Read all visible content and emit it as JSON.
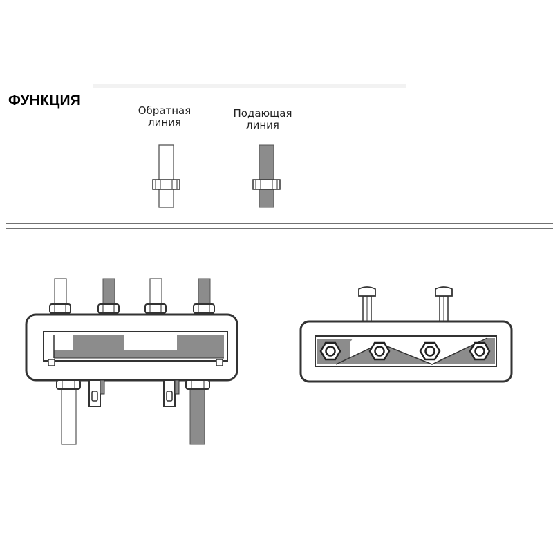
{
  "heading": "ФУНКЦИЯ",
  "legend": {
    "return_line": {
      "label_line1": "Обратная",
      "label_line2": "линия"
    },
    "supply_line": {
      "label_line1": "Подающая",
      "label_line2": "линия"
    }
  },
  "colors": {
    "return_pipe": "#ffffff",
    "supply_pipe": "#8c8c8c",
    "outline": "#333333"
  }
}
